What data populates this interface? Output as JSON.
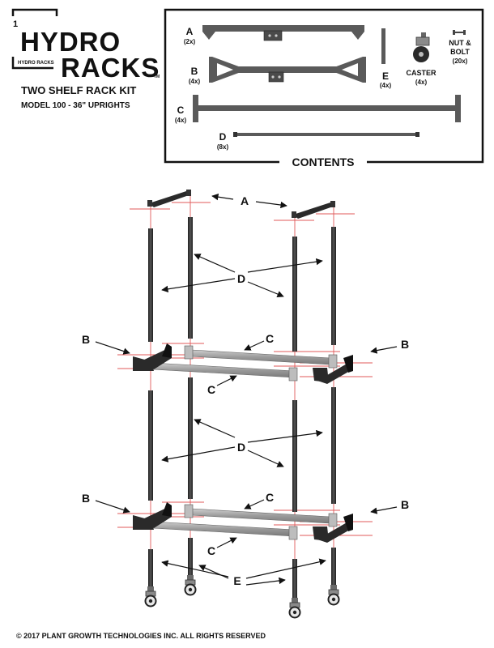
{
  "brand": {
    "badge": "1",
    "word_top": "HYDRO",
    "word_bottom": "RACKS",
    "small_mark": "HYDRO RACKS",
    "tm": "TM"
  },
  "kit": {
    "title": "TWO SHELF RACK KIT",
    "model": "MODEL 100  -  36\" UPRIGHTS"
  },
  "contents": {
    "title": "CONTENTS",
    "parts": [
      {
        "letter": "A",
        "qty": "(2x)"
      },
      {
        "letter": "B",
        "qty": "(4x)"
      },
      {
        "letter": "C",
        "qty": "(4x)"
      },
      {
        "letter": "D",
        "qty": "(8x)"
      },
      {
        "letter": "E",
        "qty": "(4x)"
      }
    ],
    "caster": {
      "name": "CASTER",
      "qty": "(4x)"
    },
    "nut_bolt": {
      "line1": "NUT &",
      "line2": "BOLT",
      "qty": "(20x)"
    }
  },
  "callouts": {
    "a": "A",
    "b": "B",
    "c": "C",
    "d": "D",
    "e": "E"
  },
  "footer": "© 2017  PLANT GROWTH TECHNOLOGIES INC.    ALL RIGHTS RESERVED",
  "colors": {
    "steel": "#555555",
    "dark": "#2e2e2e",
    "rail": "#a9a9a9",
    "bolt_line": "#e05a5a"
  }
}
